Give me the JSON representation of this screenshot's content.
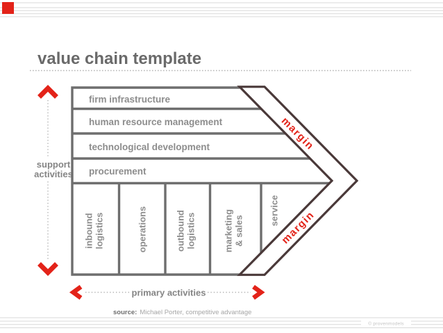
{
  "slide": {
    "title": "value chain template",
    "source": {
      "label": "source:",
      "text": "Michael Porter, competitive advantage"
    },
    "copyright": "© provenmodels"
  },
  "diagram": {
    "support_axis_label": [
      "support",
      "activities"
    ],
    "primary_axis_label": "primary activities",
    "support_activities": [
      "firm infrastructure",
      "human resource management",
      "technological development",
      "procurement"
    ],
    "primary_activities": [
      [
        "inbound",
        "logistics"
      ],
      [
        "operations"
      ],
      [
        "outbound",
        "logistics"
      ],
      [
        "marketing",
        "& sales"
      ],
      [
        "service"
      ]
    ],
    "margin_upper": "margin",
    "margin_lower": "margin"
  },
  "colors": {
    "red": "#e32319",
    "dark_outline": "#4a3939",
    "border_gray": "#6e6e6e",
    "label_gray": "#8d8d8d",
    "title_gray": "#6a6a6a"
  }
}
